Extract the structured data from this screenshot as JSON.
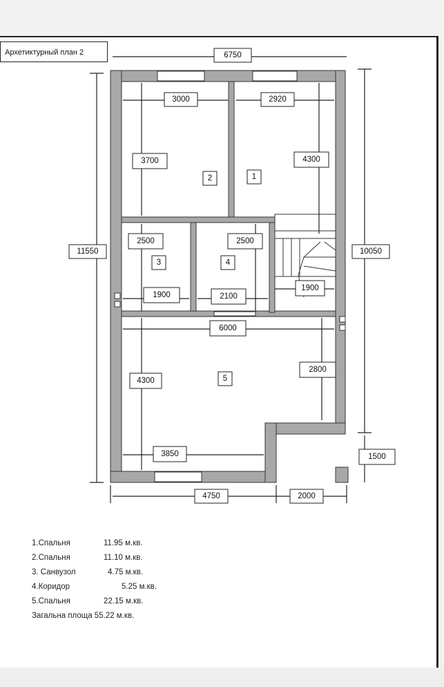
{
  "plan": {
    "title": "Архетиктурный план 2",
    "dimensions": {
      "overall_width": "6750",
      "overall_height_left": "11550",
      "overall_height_right": "10050",
      "room2_width": "3000",
      "room1_width": "2920",
      "room2_height": "3700",
      "room1_height": "4300",
      "room3_height": "2500",
      "room4_height": "2500",
      "room3_width": "1900",
      "room4_width": "2100",
      "stair_width": "1900",
      "room5_width": "6000",
      "room5_height_left": "4300",
      "room5_height_right": "2800",
      "room5_bottom_width": "3850",
      "right_ext_height": "1500",
      "bottom_left": "4750",
      "bottom_right": "2000"
    },
    "room_numbers": {
      "r1": "1",
      "r2": "2",
      "r3": "3",
      "r4": "4",
      "r5": "5"
    }
  },
  "legend": [
    {
      "name": "1.Спальня",
      "value": "11.95 м.кв."
    },
    {
      "name": "2.Спальня",
      "value": "11.10 м.кв."
    },
    {
      "name": "3. Санвузол",
      "value": "4.75  м.кв."
    },
    {
      "name": "4.Коридор",
      "value": "5.25  м.кв."
    },
    {
      "name": "5.Спальня",
      "value": "22.15 м.кв."
    }
  ],
  "total": "Загальна площа 55.22 м.кв."
}
